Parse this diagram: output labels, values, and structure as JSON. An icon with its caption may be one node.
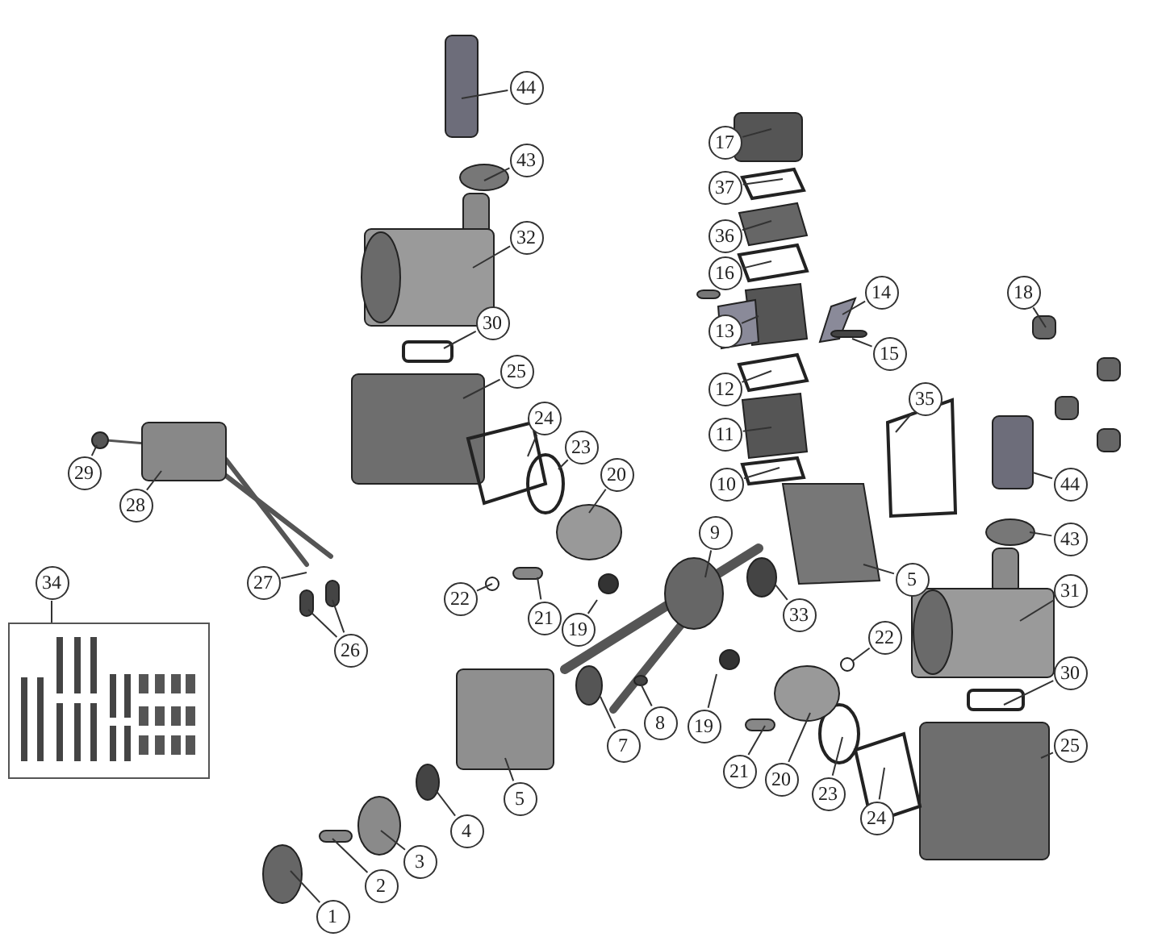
{
  "diagram": {
    "nodes": [
      {
        "text": [
          "44"
        ]
      },
      {
        "text": [
          "17"
        ]
      },
      {
        "text": [
          "43"
        ]
      },
      {
        "text": [
          "37"
        ]
      },
      {
        "text": [
          "36"
        ]
      },
      {
        "text": [
          "32"
        ]
      },
      {
        "text": [
          "16"
        ]
      },
      {
        "text": [
          "14"
        ]
      },
      {
        "text": [
          "18"
        ]
      },
      {
        "text": [
          "30"
        ]
      },
      {
        "text": [
          "13"
        ]
      },
      {
        "text": [
          "15"
        ]
      },
      {
        "text": [
          "25"
        ]
      },
      {
        "text": [
          "12"
        ]
      },
      {
        "text": [
          "35"
        ]
      },
      {
        "text": [
          "24"
        ]
      },
      {
        "text": [
          "11"
        ]
      },
      {
        "text": [
          "23"
        ]
      },
      {
        "text": [
          "29"
        ]
      },
      {
        "text": [
          "20"
        ]
      },
      {
        "text": [
          "10"
        ]
      },
      {
        "text": [
          "44"
        ]
      },
      {
        "text": [
          "28"
        ]
      },
      {
        "text": [
          "9"
        ]
      },
      {
        "text": [
          "43"
        ]
      },
      {
        "text": [
          "5"
        ]
      },
      {
        "text": [
          "27"
        ]
      },
      {
        "text": [
          "34"
        ]
      },
      {
        "text": [
          "31"
        ]
      },
      {
        "text": [
          "22"
        ]
      },
      {
        "text": [
          "33"
        ]
      },
      {
        "text": [
          "21"
        ]
      },
      {
        "text": [
          "19"
        ]
      },
      {
        "text": [
          "22"
        ]
      },
      {
        "text": [
          "26"
        ]
      },
      {
        "text": [
          "30"
        ]
      },
      {
        "text": [
          "19"
        ]
      },
      {
        "text": [
          "8"
        ]
      },
      {
        "text": [
          "7"
        ]
      },
      {
        "text": [
          "25"
        ]
      },
      {
        "text": [
          "21"
        ]
      },
      {
        "text": [
          "20"
        ]
      },
      {
        "text": [
          "23"
        ]
      },
      {
        "text": [
          "5"
        ]
      },
      {
        "text": [
          "24"
        ]
      },
      {
        "text": [
          "4"
        ]
      },
      {
        "text": [
          "3"
        ]
      },
      {
        "text": [
          "2"
        ]
      },
      {
        "text": [
          "1"
        ]
      },
      {
        "text": [],
        "shape": "box"
      }
    ],
    "edges": [
      {
        "from": 0,
        "to": null,
        "arrow": "none"
      },
      {
        "from": 1,
        "to": null,
        "arrow": "none"
      },
      {
        "from": 2,
        "to": null,
        "arrow": "none"
      },
      {
        "from": 3,
        "to": null,
        "arrow": "none"
      },
      {
        "from": 4,
        "to": null,
        "arrow": "none"
      },
      {
        "from": 5,
        "to": null,
        "arrow": "none"
      },
      {
        "from": 6,
        "to": null,
        "arrow": "none"
      },
      {
        "from": 7,
        "to": null,
        "arrow": "none"
      },
      {
        "from": 8,
        "to": null,
        "arrow": "none"
      },
      {
        "from": 9,
        "to": null,
        "arrow": "none"
      },
      {
        "from": 10,
        "to": null,
        "arrow": "none"
      },
      {
        "from": 11,
        "to": null,
        "arrow": "none"
      },
      {
        "from": 12,
        "to": null,
        "arrow": "none"
      },
      {
        "from": 13,
        "to": null,
        "arrow": "none"
      },
      {
        "from": 14,
        "to": null,
        "arrow": "none"
      },
      {
        "from": 15,
        "to": null,
        "arrow": "none"
      },
      {
        "from": 16,
        "to": null,
        "arrow": "none"
      },
      {
        "from": 17,
        "to": null,
        "arrow": "none"
      },
      {
        "from": 18,
        "to": null,
        "arrow": "none"
      },
      {
        "from": 19,
        "to": null,
        "arrow": "none"
      },
      {
        "from": 20,
        "to": null,
        "arrow": "none"
      },
      {
        "from": 21,
        "to": null,
        "arrow": "none"
      },
      {
        "from": 22,
        "to": null,
        "arrow": "none"
      },
      {
        "from": 23,
        "to": null,
        "arrow": "none"
      },
      {
        "from": 24,
        "to": null,
        "arrow": "none"
      },
      {
        "from": 25,
        "to": null,
        "arrow": "none"
      },
      {
        "from": 26,
        "to": null,
        "arrow": "none"
      },
      {
        "from": 27,
        "to": 49,
        "arrow": "none"
      },
      {
        "from": 28,
        "to": null,
        "arrow": "none"
      },
      {
        "from": 29,
        "to": null,
        "arrow": "none"
      },
      {
        "from": 30,
        "to": null,
        "arrow": "none"
      },
      {
        "from": 31,
        "to": null,
        "arrow": "none"
      },
      {
        "from": 32,
        "to": null,
        "arrow": "none"
      },
      {
        "from": 33,
        "to": null,
        "arrow": "none"
      },
      {
        "from": 34,
        "to": null,
        "arrow": "none"
      },
      {
        "from": 34,
        "to": null,
        "arrow": "none"
      },
      {
        "from": 35,
        "to": null,
        "arrow": "none"
      },
      {
        "from": 36,
        "to": null,
        "arrow": "none"
      },
      {
        "from": 37,
        "to": null,
        "arrow": "none"
      },
      {
        "from": 38,
        "to": null,
        "arrow": "none"
      },
      {
        "from": 39,
        "to": null,
        "arrow": "none"
      },
      {
        "from": 40,
        "to": null,
        "arrow": "none"
      },
      {
        "from": 41,
        "to": null,
        "arrow": "none"
      },
      {
        "from": 42,
        "to": null,
        "arrow": "none"
      },
      {
        "from": 43,
        "to": null,
        "arrow": "none"
      },
      {
        "from": 44,
        "to": null,
        "arrow": "none"
      },
      {
        "from": 45,
        "to": null,
        "arrow": "none"
      },
      {
        "from": 46,
        "to": null,
        "arrow": "none"
      },
      {
        "from": 47,
        "to": null,
        "arrow": "none"
      },
      {
        "from": 48,
        "to": null,
        "arrow": "none"
      }
    ]
  }
}
